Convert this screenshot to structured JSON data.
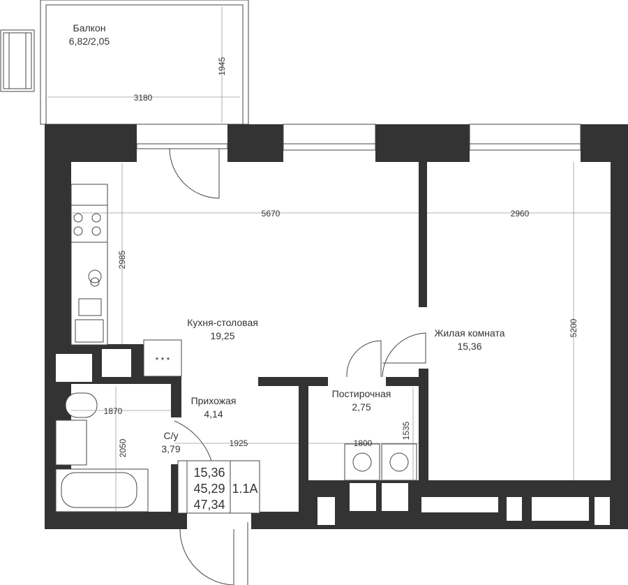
{
  "rooms": {
    "balcony": {
      "name": "Балкон",
      "area": "6,82/2,05"
    },
    "kitchen": {
      "name": "Кухня-столовая",
      "area": "19,25"
    },
    "living": {
      "name": "Жилая комната",
      "area": "15,36"
    },
    "hall": {
      "name": "Прихожая",
      "area": "4,14"
    },
    "laundry": {
      "name": "Постирочная",
      "area": "2,75"
    },
    "bathroom": {
      "name": "С/у",
      "area": "3,79"
    }
  },
  "dimensions": {
    "balcony_width": "3180",
    "balcony_depth": "1945",
    "kitchen_width": "5670",
    "kitchen_depth": "2985",
    "living_width": "2960",
    "living_depth": "5200",
    "bath_width": "1870",
    "bath_depth": "2050",
    "hall_width": "1925",
    "laundry_width": "1800",
    "laundry_depth": "1535"
  },
  "summary": {
    "living_area": "15,36",
    "total_area": "45,29",
    "total_with_balcony": "47,34",
    "apartment_type": "1.1A"
  },
  "colors": {
    "wall": "#333333"
  }
}
